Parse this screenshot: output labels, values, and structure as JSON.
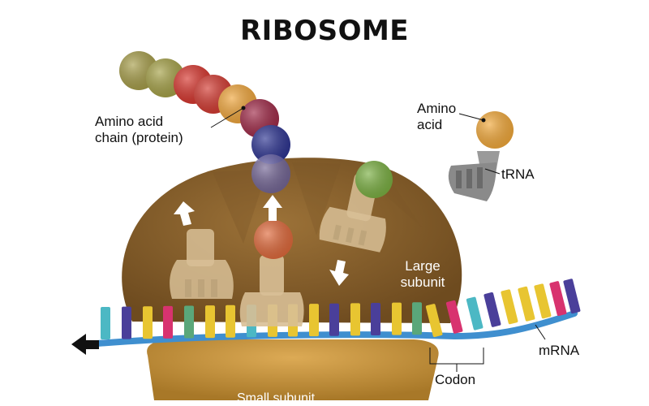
{
  "title": "RIBOSOME",
  "labels": {
    "amino_acid_chain_line1": "Amino acid",
    "amino_acid_chain_line2": "chain (protein)",
    "amino_acid_line1": "Amino",
    "amino_acid_line2": "acid",
    "trna": "tRNA",
    "large_subunit_line1": "Large",
    "large_subunit_line2": "subunit",
    "mrna": "mRNA",
    "codon": "Codon",
    "small_subunit": "Small subunit"
  },
  "colors": {
    "large_subunit": "#8a6430",
    "small_subunit": "#c99543",
    "mrna_backbone": "#3f8fcf",
    "trna_body": "#d8bf96",
    "free_trna": "#8a8a8a",
    "amino_orange": "#f2a93b"
  },
  "amino_chain_colors": [
    "#a79e4a",
    "#a6a248",
    "#d7362e",
    "#d33a31",
    "#f0a63c",
    "#a02a48",
    "#2e3592",
    "#6f68b0"
  ]
}
